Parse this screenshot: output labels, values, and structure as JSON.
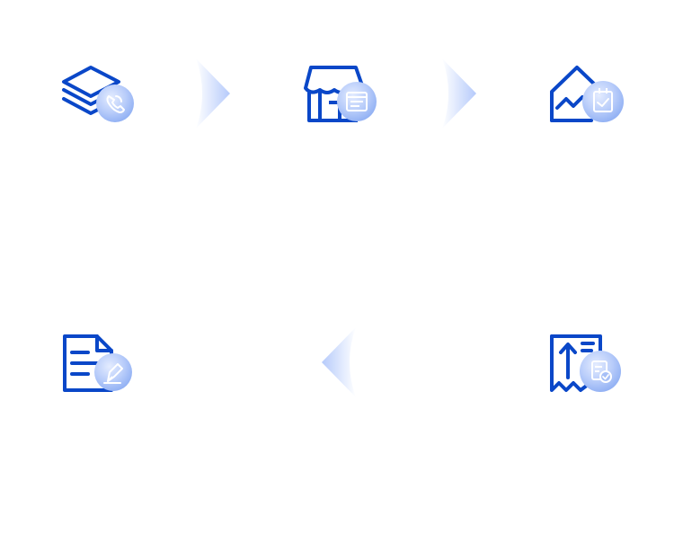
{
  "diagram": {
    "steps": [
      {
        "id": "step-1",
        "main_icon": "layers-icon",
        "badge_icon": "phone-icon"
      },
      {
        "id": "step-2",
        "main_icon": "storefront-icon",
        "badge_icon": "browser-window-icon"
      },
      {
        "id": "step-3",
        "main_icon": "house-chart-icon",
        "badge_icon": "clipboard-check-icon"
      },
      {
        "id": "step-4",
        "main_icon": "receipt-upload-icon",
        "badge_icon": "document-check-icon"
      },
      {
        "id": "step-5",
        "main_icon": "document-edit-icon",
        "badge_icon": "pen-nib-icon"
      }
    ],
    "arrows": [
      {
        "direction": "right",
        "from": "step-1",
        "to": "step-2"
      },
      {
        "direction": "right",
        "from": "step-2",
        "to": "step-3"
      },
      {
        "direction": "left",
        "from": "step-4",
        "to": "step-5"
      }
    ],
    "colors": {
      "icon_blue": "#0a47c8",
      "badge_light": "#c9d8fb",
      "badge_mid": "#93b2f4",
      "arrow_light": "#eef3ff",
      "arrow_mid": "#bcd0fb"
    }
  }
}
